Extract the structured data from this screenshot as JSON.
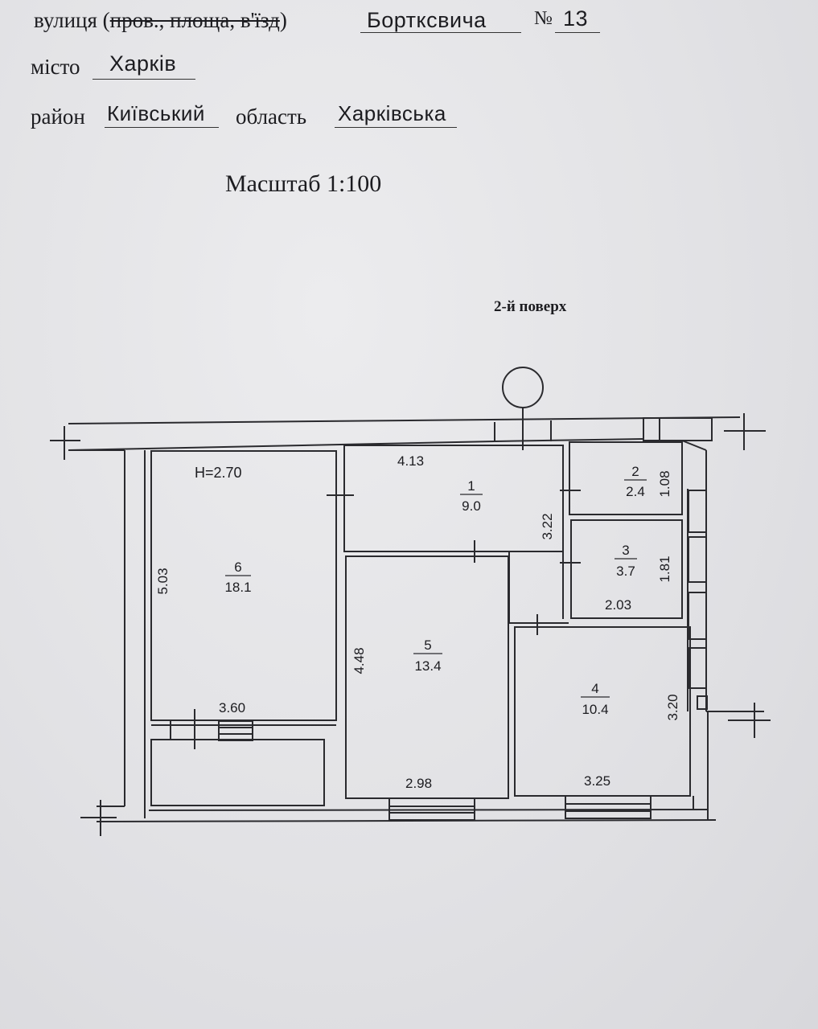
{
  "header": {
    "street_label": "вулиця (",
    "street_struck": "пров., площа, в'їзд",
    "street_close": ")",
    "street_value": "Бортксвича",
    "number_label": "№",
    "number_value": "13",
    "city_label": "місто",
    "city_value": "Харків",
    "district_label": "район",
    "district_value": "Київський",
    "region_label": "область",
    "region_value": "Харківська"
  },
  "scale": "Масштаб 1:100",
  "floor_label": "2-й поверх",
  "plan": {
    "ceiling_height": "H=2.70",
    "rooms": [
      {
        "number": "1",
        "area": "9.0"
      },
      {
        "number": "2",
        "area": "2.4"
      },
      {
        "number": "3",
        "area": "3.7"
      },
      {
        "number": "4",
        "area": "10.4"
      },
      {
        "number": "5",
        "area": "13.4"
      },
      {
        "number": "6",
        "area": "18.1"
      }
    ],
    "dimensions": {
      "room1_width": "4.13",
      "room1_depth": "3.22",
      "room2_depth": "1.08",
      "room3_depth": "1.81",
      "room3_width": "2.03",
      "room4_depth": "3.20",
      "room4_width": "3.25",
      "room5_depth": "4.48",
      "room5_width": "2.98",
      "room6_depth": "5.03",
      "room6_width": "3.60"
    }
  }
}
